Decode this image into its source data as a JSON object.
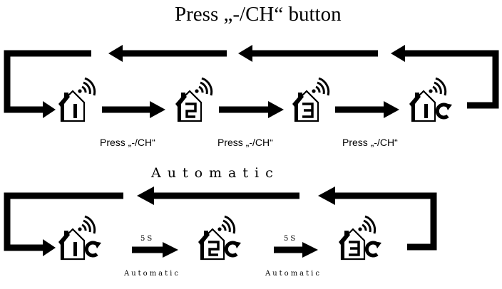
{
  "top_section": {
    "title": "Press „-/CH“ button",
    "step_labels": [
      "Press „-/CH“",
      "Press „-/CH“",
      "Press „-/CH“"
    ],
    "states": [
      {
        "digit": "1",
        "auto": false
      },
      {
        "digit": "2",
        "auto": false
      },
      {
        "digit": "3",
        "auto": false
      },
      {
        "digit": "1",
        "auto": true
      }
    ]
  },
  "bottom_section": {
    "title": "Automatic",
    "interval_labels": [
      "5S",
      "5S"
    ],
    "step_labels": [
      "Automatic",
      "Automatic"
    ],
    "states": [
      {
        "digit": "1",
        "auto": true
      },
      {
        "digit": "2",
        "auto": true
      },
      {
        "digit": "3",
        "auto": true
      }
    ]
  },
  "colors": {
    "foreground": "#000000",
    "background": "#ffffff"
  }
}
